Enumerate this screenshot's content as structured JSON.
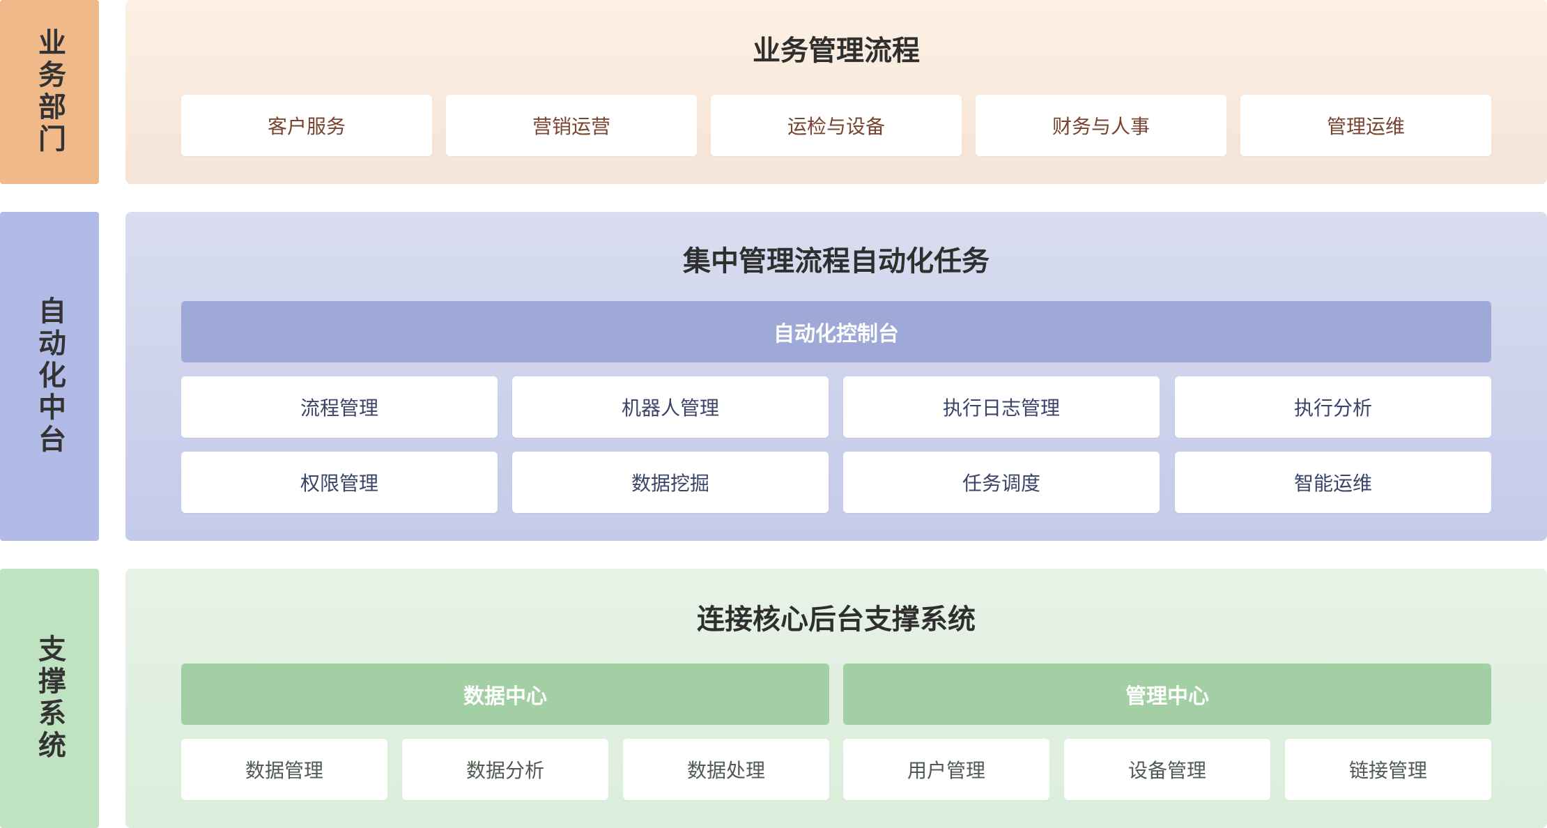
{
  "layers": {
    "business": {
      "side_label": "业务部门",
      "title": "业务管理流程",
      "items": [
        "客户服务",
        "营销运营",
        "运检与设备",
        "财务与人事",
        "管理运维"
      ]
    },
    "automation": {
      "side_label": "自动化中台",
      "title": "集中管理流程自动化任务",
      "console": "自动化控制台",
      "items": [
        "流程管理",
        "机器人管理",
        "执行日志管理",
        "执行分析",
        "权限管理",
        "数据挖掘",
        "任务调度",
        "智能运维"
      ]
    },
    "support": {
      "side_label": "支撑系统",
      "title": "连接核心后台支撑系统",
      "centers": [
        {
          "name": "数据中心",
          "items": [
            "数据管理",
            "数据分析",
            "数据处理"
          ]
        },
        {
          "name": "管理中心",
          "items": [
            "用户管理",
            "设备管理",
            "链接管理"
          ]
        }
      ]
    }
  },
  "colors": {
    "business_accent": "#f0b98a",
    "automation_accent": "#b1bbe5",
    "automation_console": "#9ea9d7",
    "support_accent": "#bfe2c0",
    "support_center": "#a2cfa4"
  }
}
